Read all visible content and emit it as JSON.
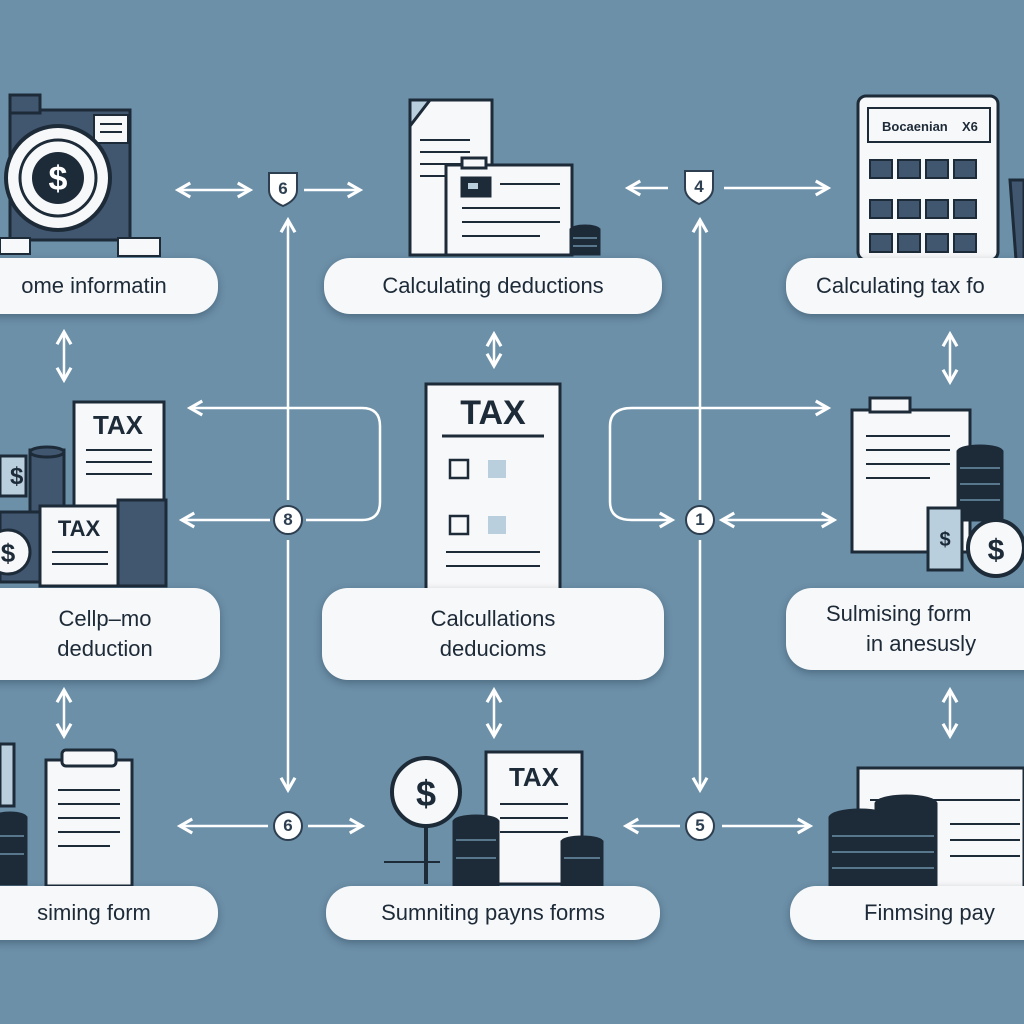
{
  "nodes": {
    "income_info": {
      "lines": [
        "ome informatin"
      ]
    },
    "calc_deductions_top": {
      "lines": [
        "Calculating deductions"
      ]
    },
    "calc_tax_form": {
      "lines": [
        "Calculating tax fo"
      ]
    },
    "cellp_deduction": {
      "lines": [
        "Cellp–mo",
        "deduction"
      ]
    },
    "calculations_deductions": {
      "lines": [
        "Calcullations",
        "deducioms"
      ]
    },
    "sulmising_form": {
      "lines": [
        "Sulmising form",
        "in anesusly"
      ]
    },
    "siming_form": {
      "lines": [
        "siming form"
      ]
    },
    "sumniting_payns": {
      "lines": [
        "Sumniting payns forms"
      ]
    },
    "finmsing_pay": {
      "lines": [
        "Finmsing pay"
      ]
    }
  },
  "badges": {
    "top_left": "6",
    "top_right": "4",
    "middle_left": "8",
    "middle_right": "1",
    "bottom_left": "6",
    "bottom_right": "5"
  },
  "illustrations": {
    "tax_word": "TAX",
    "calculator_display": "Bocaenian",
    "calculator_display_suffix": "X6",
    "dollar_sign": "$"
  },
  "colors": {
    "background": "#6c90a8",
    "ink": "#1d2a38",
    "box": "#f7f8f9",
    "accent": "#b9cfdd"
  }
}
